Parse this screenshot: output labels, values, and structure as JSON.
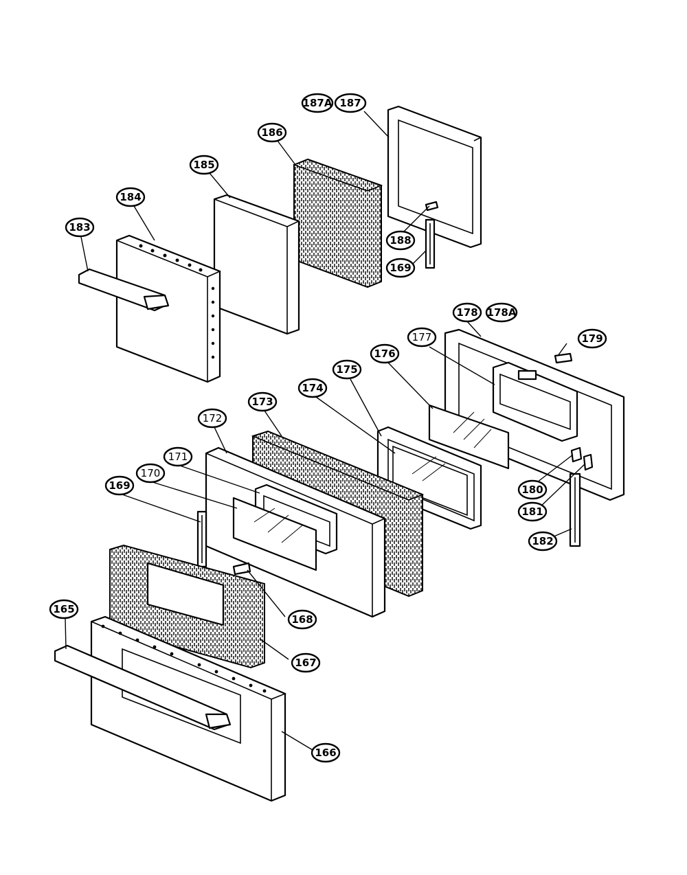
{
  "diagram": {
    "callouts": {
      "c187a": "187A",
      "c187": "187",
      "c186": "186",
      "c185": "185",
      "c184": "184",
      "c183": "183",
      "c188": "188",
      "c169_top": "169",
      "c178": "178",
      "c178a": "178A",
      "c179": "179",
      "c177": "177",
      "c176": "176",
      "c175": "175",
      "c174": "174",
      "c173": "173",
      "c172": "172",
      "c171": "171",
      "c170": "170",
      "c169_mid": "169",
      "c180": "180",
      "c181": "181",
      "c182": "182",
      "c168": "168",
      "c167": "167",
      "c165": "165",
      "c166": "166"
    }
  }
}
